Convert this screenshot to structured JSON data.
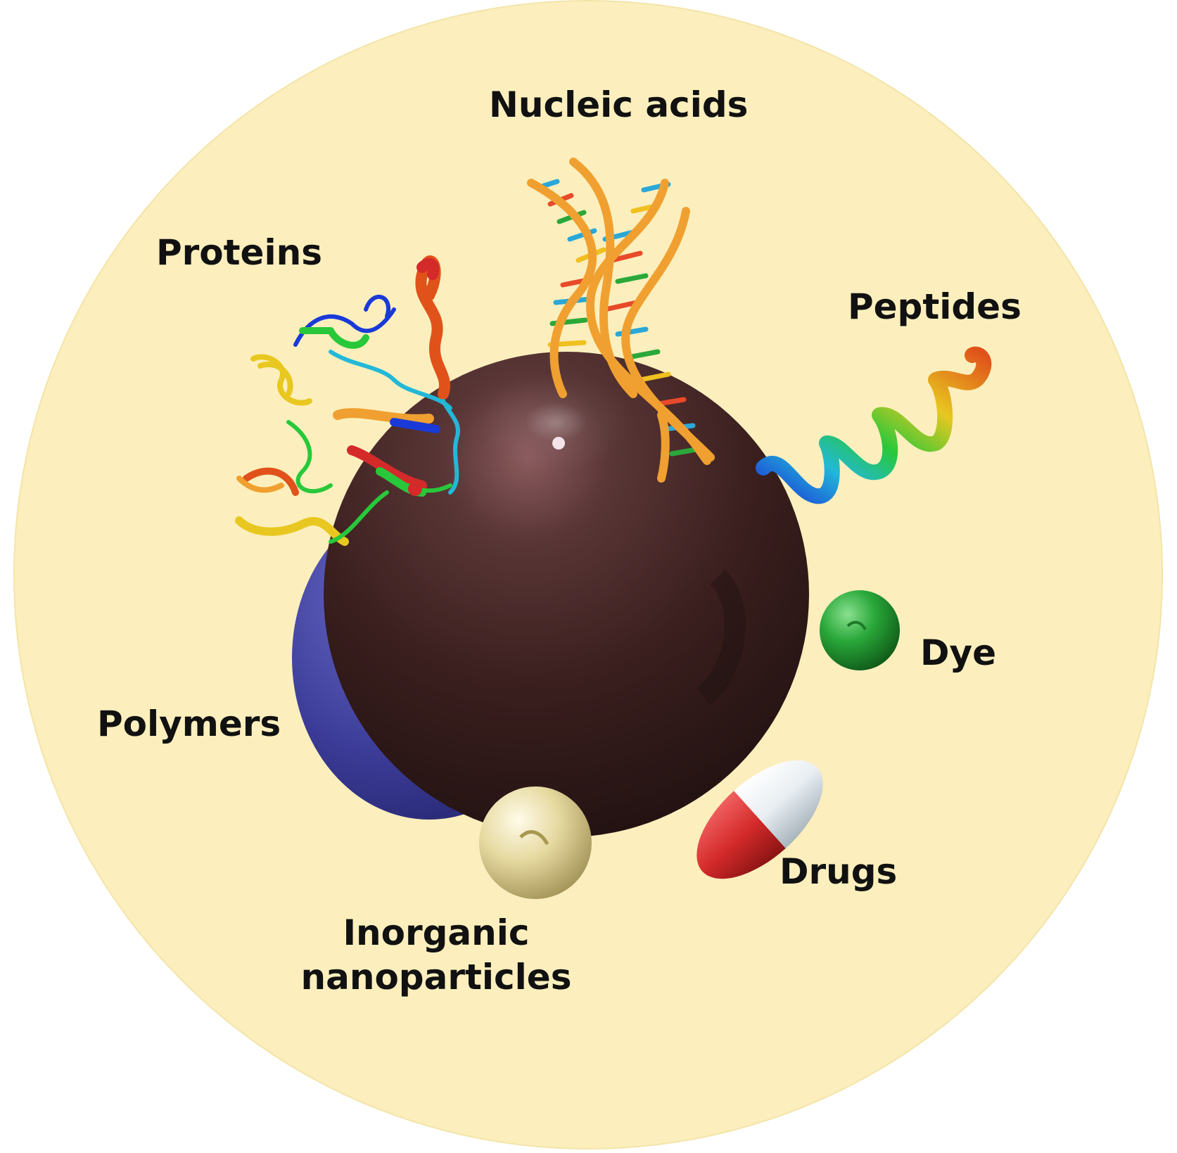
{
  "figure": {
    "background_color": "#fcefbd",
    "core_particle_color": "#3a1f1e",
    "labels": {
      "nucleic_acids": "Nucleic acids",
      "proteins": "Proteins",
      "peptides": "Peptides",
      "dye": "Dye",
      "polymers": "Polymers",
      "drugs": "Drugs",
      "inorganic_line1": "Inorganic",
      "inorganic_line2": "nanoparticles"
    },
    "colors": {
      "dna_backbone": "#f0a030",
      "polymer": "#3d3d9a",
      "dye": "#2aa83a",
      "drug_red": "#d42a2a",
      "drug_white": "#e8eef2",
      "inorganic": "#e6d9a0"
    },
    "icons": [
      "core-nanoparticle-icon",
      "dna-double-helix-icon",
      "protein-ribbon-icon",
      "peptide-helix-icon",
      "dye-sphere-icon",
      "drug-capsule-icon",
      "inorganic-nanoparticle-icon",
      "polymer-shell-icon"
    ]
  }
}
